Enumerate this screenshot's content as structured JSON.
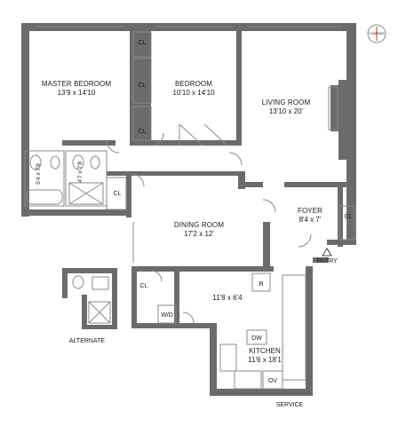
{
  "rooms": {
    "master_bedroom": {
      "name": "MASTER BEDROOM",
      "dims": "13'9 x 14'10"
    },
    "bedroom": {
      "name": "BEDROOM",
      "dims": "10'10 x 14'10"
    },
    "living_room": {
      "name": "LIVING ROOM",
      "dims": "13'10 x 20'"
    },
    "dining_room": {
      "name": "DINING ROOM",
      "dims": "17'2 x 12'"
    },
    "foyer": {
      "name": "FOYER",
      "dims": "8'4 x 7'"
    },
    "utility": {
      "dims": "11'8 x 6'4"
    },
    "kitchen": {
      "name": "KITCHEN",
      "dims": "11'6 x 18'1"
    },
    "bath_1": {
      "dims": "5'4 x 7'8"
    },
    "bath_2": {
      "dims": "4'7 x 7'8"
    }
  },
  "closets": {
    "label": "CL"
  },
  "appliances": {
    "refrigerator": "R",
    "washer_dryer": "W/D",
    "dishwasher": "DW",
    "oven": "OV"
  },
  "entries": {
    "entry": "ENTRY",
    "service": "SERVICE",
    "alternate": "ALTERNATE"
  },
  "compass": {
    "label": "COMPASS"
  },
  "colors": {
    "wall": "#6b6b6b",
    "line": "#8a8a8a",
    "text": "#1a1a1a"
  }
}
